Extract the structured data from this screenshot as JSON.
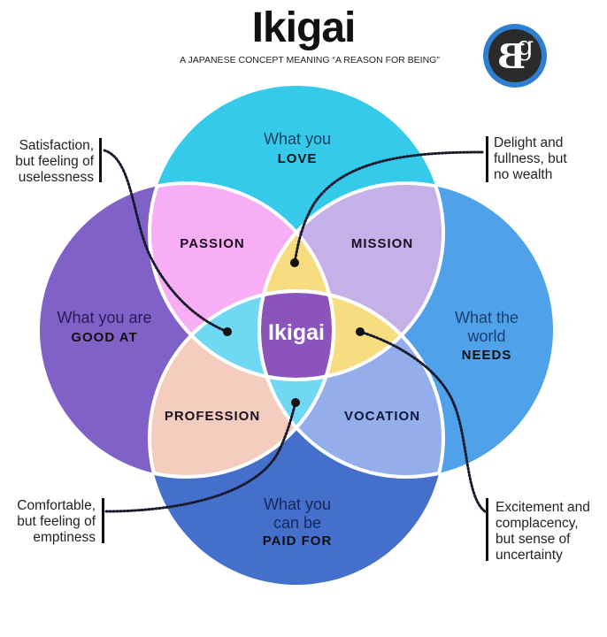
{
  "header": {
    "title": "Ikigai",
    "subtitle": "A JAPANESE CONCEPT MEANING “A REASON FOR BEING”"
  },
  "logo": {
    "text_b": "B",
    "text_g": "g",
    "ring_color": "#2f7fd0",
    "fill_color": "#2b2b2b"
  },
  "circles": {
    "love": {
      "line1": "What you",
      "bold": "LOVE",
      "color": "#35c9ea"
    },
    "good_at": {
      "line1": "What you are",
      "bold": "GOOD AT",
      "color": "#8061c7"
    },
    "world_needs": {
      "line1": "What the",
      "line2": "world",
      "bold": "NEEDS",
      "color": "#4fa1ea"
    },
    "paid_for": {
      "line1": "What you",
      "line2": "can be",
      "bold": "PAID FOR",
      "color": "#4470cc"
    }
  },
  "intersections": {
    "passion": {
      "label": "PASSION",
      "color": "#f7aef4"
    },
    "mission": {
      "label": "MISSION",
      "color": "#c5b1e8"
    },
    "profession": {
      "label": "PROFESSION",
      "color": "#f5cdbf"
    },
    "vocation": {
      "label": "VOCATION",
      "color": "#94aeeb"
    },
    "triple_top": {
      "color": "#f8dc80"
    },
    "triple_right": {
      "color": "#f8dc80"
    },
    "triple_left": {
      "color": "#6fd8f2"
    },
    "triple_bottom": {
      "color": "#6fd8f2"
    },
    "center": {
      "label": "Ikigai",
      "color": "#8a54bb"
    }
  },
  "notes": {
    "top_left": [
      "Satisfaction,",
      "but feeling of",
      "uselessness"
    ],
    "top_right": [
      "Delight and",
      "fullness, but",
      "no wealth"
    ],
    "bottom_left": [
      "Comfortable,",
      "but feeling of",
      "emptiness"
    ],
    "bottom_right": [
      "Excitement and",
      "complacency,",
      "but sense of",
      "uncertainty"
    ]
  }
}
